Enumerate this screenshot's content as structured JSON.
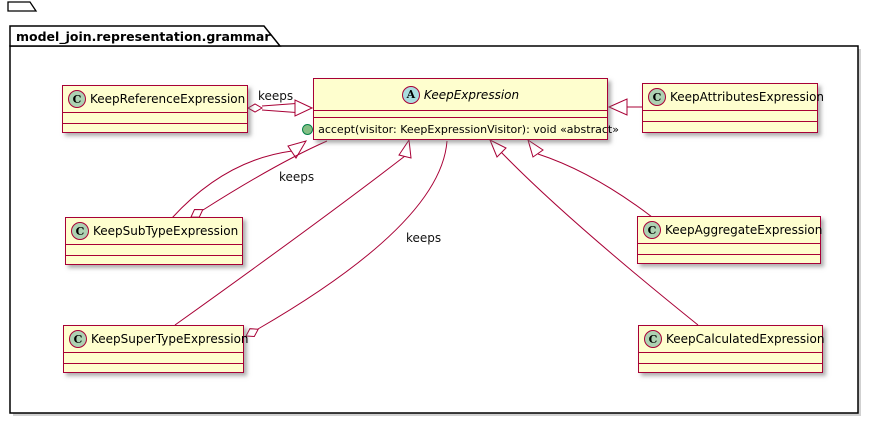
{
  "package": {
    "title": "model_join.representation.grammar"
  },
  "classes": [
    {
      "id": "keepExpression",
      "name": "KeepExpression",
      "spot": "A",
      "stereotype": "abstract",
      "methods": [
        {
          "visibility": "public",
          "text": "accept(visitor: KeepExpressionVisitor): void «abstract»"
        }
      ]
    },
    {
      "id": "keepReferenceExpression",
      "name": "KeepReferenceExpression",
      "spot": "C"
    },
    {
      "id": "keepAttributesExpression",
      "name": "KeepAttributesExpression",
      "spot": "C"
    },
    {
      "id": "keepSubTypeExpression",
      "name": "KeepSubTypeExpression",
      "spot": "C"
    },
    {
      "id": "keepAggregateExpression",
      "name": "KeepAggregateExpression",
      "spot": "C"
    },
    {
      "id": "keepSuperTypeExpression",
      "name": "KeepSuperTypeExpression",
      "spot": "C"
    },
    {
      "id": "keepCalculatedExpression",
      "name": "KeepCalculatedExpression",
      "spot": "C"
    }
  ],
  "relationships": [
    {
      "from": "KeepReferenceExpression",
      "to": "KeepExpression",
      "kind": "generalization"
    },
    {
      "from": "KeepReferenceExpression",
      "to": "KeepExpression",
      "kind": "aggregation",
      "label": "keeps"
    },
    {
      "from": "KeepAttributesExpression",
      "to": "KeepExpression",
      "kind": "generalization"
    },
    {
      "from": "KeepSubTypeExpression",
      "to": "KeepExpression",
      "kind": "generalization"
    },
    {
      "from": "KeepSubTypeExpression",
      "to": "KeepExpression",
      "kind": "aggregation",
      "label": "keeps"
    },
    {
      "from": "KeepSuperTypeExpression",
      "to": "KeepExpression",
      "kind": "generalization"
    },
    {
      "from": "KeepSuperTypeExpression",
      "to": "KeepExpression",
      "kind": "aggregation",
      "label": "keeps"
    },
    {
      "from": "KeepAggregateExpression",
      "to": "KeepExpression",
      "kind": "generalization"
    },
    {
      "from": "KeepCalculatedExpression",
      "to": "KeepExpression",
      "kind": "generalization"
    }
  ],
  "colors": {
    "class_border": "#A80036",
    "class_fill": "#FEFECE",
    "spot_class_fill": "#ADD1B2",
    "spot_abstract_fill": "#A9DCDF",
    "method_dot_fill": "#84BE84",
    "package_border": "#000000"
  }
}
